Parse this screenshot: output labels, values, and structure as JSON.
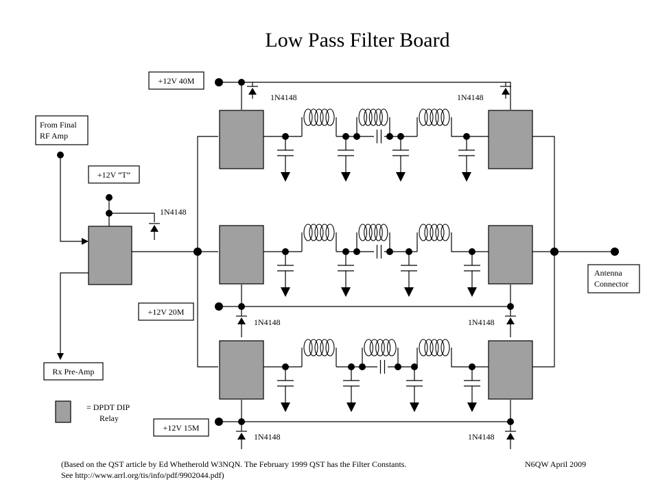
{
  "title": "Low Pass Filter Board",
  "labels": {
    "v40": "+12V 40M",
    "vT": "+12V “T”",
    "v20": "+12V 20M",
    "v15": "+12V 15M",
    "from_final_1": "From Final",
    "from_final_2": "RF Amp",
    "rx_preamp": "Rx Pre-Amp",
    "antenna_1": "Antenna",
    "antenna_2": "Connector",
    "legend_1": "= DPDT DIP",
    "legend_2": "Relay",
    "diode": "1N4148"
  },
  "footnote": {
    "line1": "(Based on the QST article by Ed Whetherold W3NQN. The February 1999 QST has the Filter Constants.",
    "line2": "See http://www.arrl.org/tis/info/pdf/9902044.pdf)",
    "credit": "N6QW April 2009"
  },
  "colors": {
    "relay_fill": "#a0a0a0",
    "line": "#000000",
    "background": "#ffffff"
  }
}
